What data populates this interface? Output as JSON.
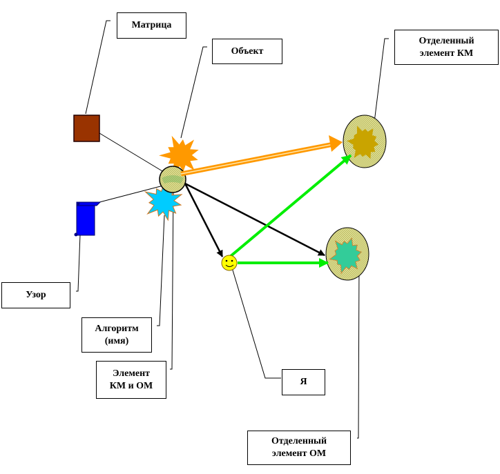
{
  "labels": {
    "matrix": "Матрица",
    "object": "Объект",
    "separated_km": "Отделенный\nэлемент КМ",
    "pattern": "Узор",
    "algorithm": "Алгоритм\n(имя)",
    "element_km_om": "Элемент\nКМ и ОМ",
    "me": "Я",
    "separated_om": "Отделенный\nэлемент ОМ"
  },
  "shapes": {
    "matrix": {
      "icon": "square-icon",
      "color": "#993300"
    },
    "pattern": {
      "icon": "scroll-icon",
      "color": "#0000ff"
    },
    "object": {
      "icon": "orange-starburst-icon",
      "color": "#ff9900"
    },
    "algorithm": {
      "icon": "blue-starburst-icon",
      "color": "#00ccff"
    },
    "element": {
      "icon": "circle-icon",
      "fill": "#cccc66"
    },
    "me": {
      "icon": "smiley-icon",
      "color": "#ffff00"
    },
    "separated_km": {
      "icon": "oval-starburst-icon",
      "burst": "#c9a400",
      "oval": "#dddd88"
    },
    "separated_om": {
      "icon": "oval-starburst-icon",
      "burst": "#33cc99",
      "oval": "#dddd88"
    }
  },
  "colors": {
    "orange_arrow": "#ff9900",
    "green_arrow": "#00ee00",
    "black_arrow": "#000000"
  }
}
